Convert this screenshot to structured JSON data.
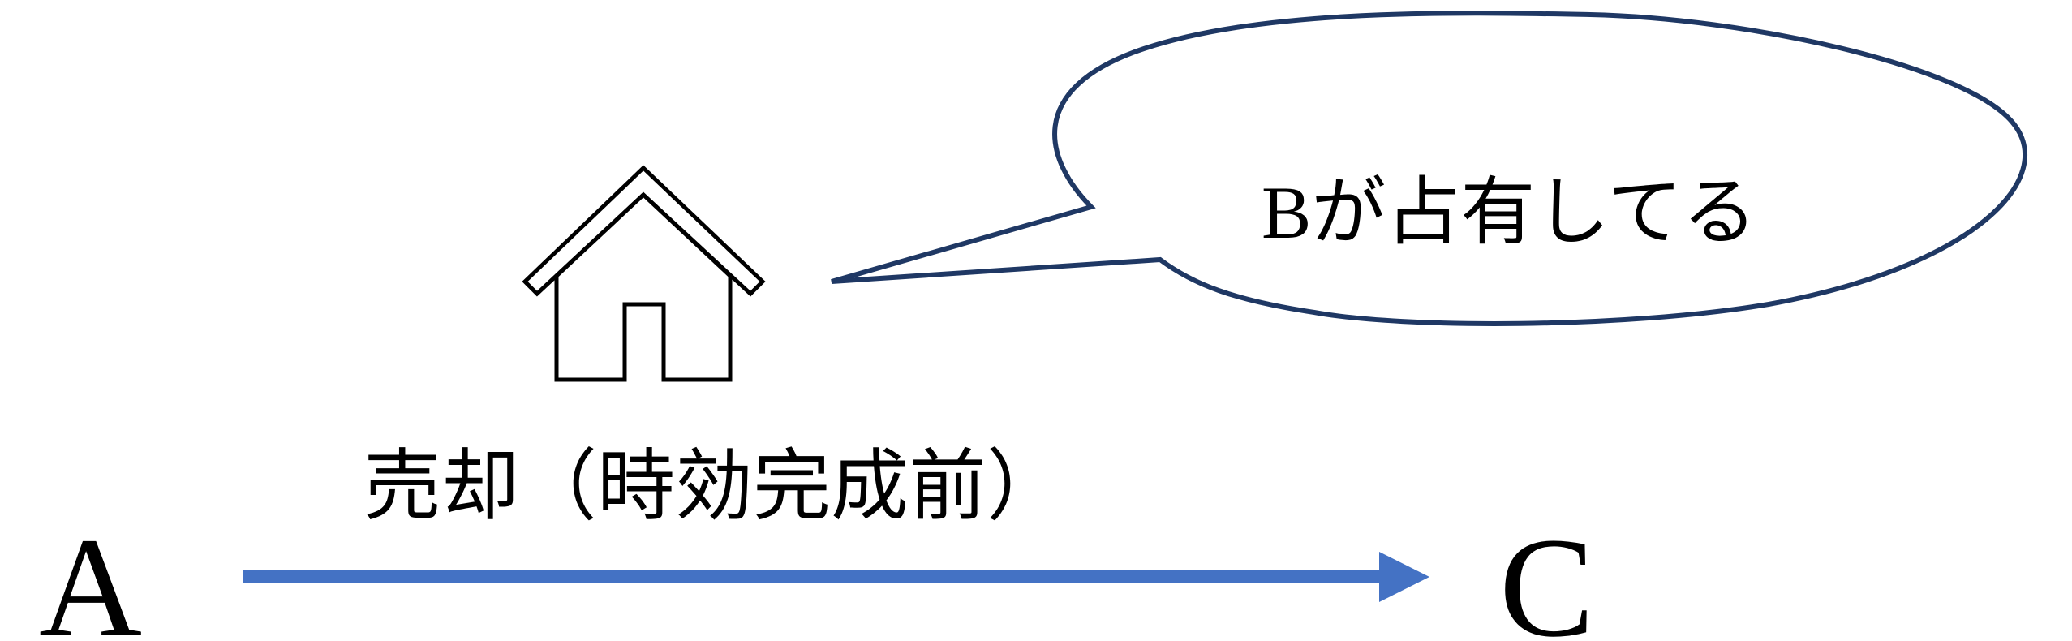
{
  "labels": {
    "party_a": "A",
    "party_c": "C",
    "sale_caption": "売却（時効完成前）",
    "speech_text": "Bが占有してる"
  },
  "colors": {
    "arrow": "#4472c4",
    "bubble_outline": "#1f3864",
    "house_outline": "#000000",
    "text": "#000000"
  },
  "icons": {
    "house": "house-icon",
    "bubble": "speech-bubble"
  }
}
